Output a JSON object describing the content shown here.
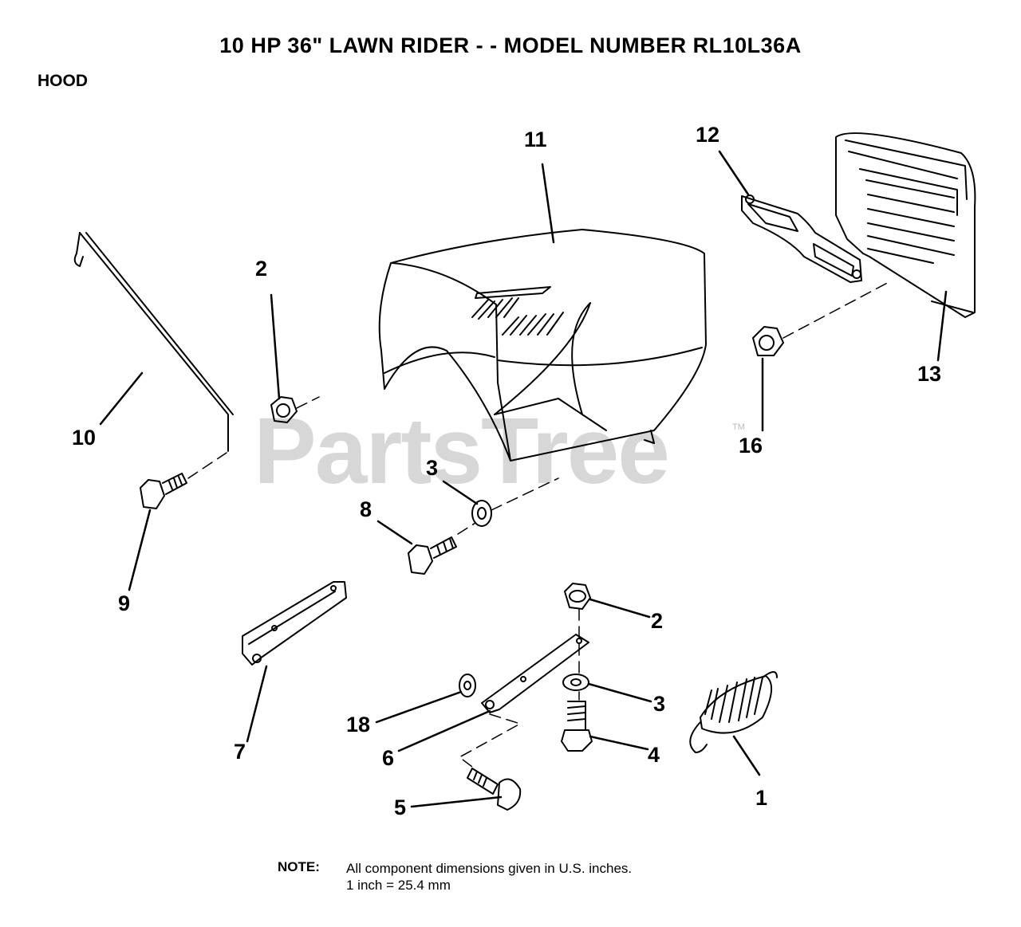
{
  "title": "10 HP 36\" LAWN RIDER - - MODEL NUMBER RL10L36A",
  "section": "HOOD",
  "watermark": "PartsTree",
  "trademark": "TM",
  "callouts": {
    "c1": "1",
    "c2a": "2",
    "c2b": "2",
    "c3a": "3",
    "c3b": "3",
    "c4": "4",
    "c5": "5",
    "c6": "6",
    "c7": "7",
    "c8": "8",
    "c9": "9",
    "c10": "10",
    "c11": "11",
    "c12": "12",
    "c13": "13",
    "c16": "16",
    "c18": "18"
  },
  "note": {
    "label": "NOTE:",
    "line1": "All component dimensions given in U.S. inches.",
    "line2": "1 inch = 25.4 mm"
  }
}
